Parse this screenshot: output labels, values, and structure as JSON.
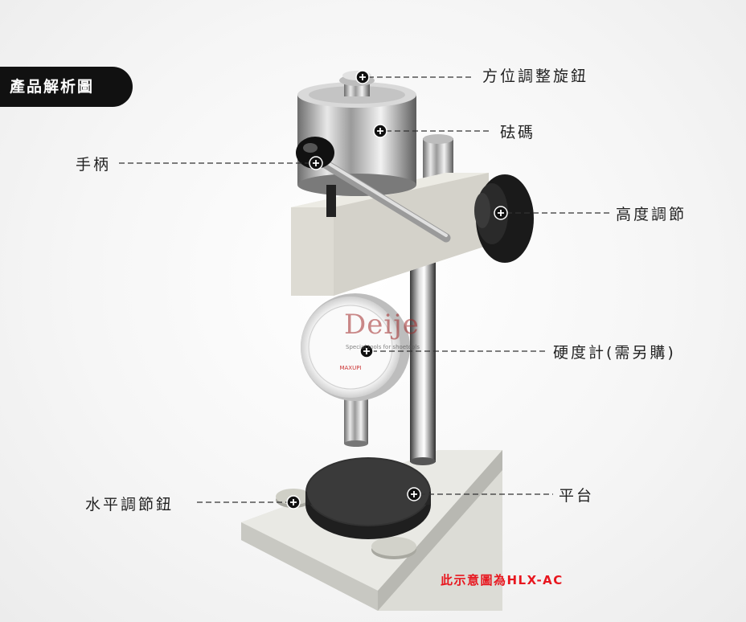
{
  "tag": "產品解析圖",
  "labels": {
    "azimuth_knob": "方位調整旋鈕",
    "weight": "砝碼",
    "handle": "手柄",
    "height_adjust": "高度調節",
    "durometer": "硬度計(需另購)",
    "leveling_knob": "水平調節鈕",
    "platform": "平台"
  },
  "watermark": {
    "brand": "Deije",
    "tagline": "Special tools for shoetools"
  },
  "gauge_brand": "MAXUPI",
  "note": "此示意圖為HLX-AC",
  "colors": {
    "tag_bg": "#111111",
    "note": "#e8161e",
    "leader": "#222222"
  }
}
